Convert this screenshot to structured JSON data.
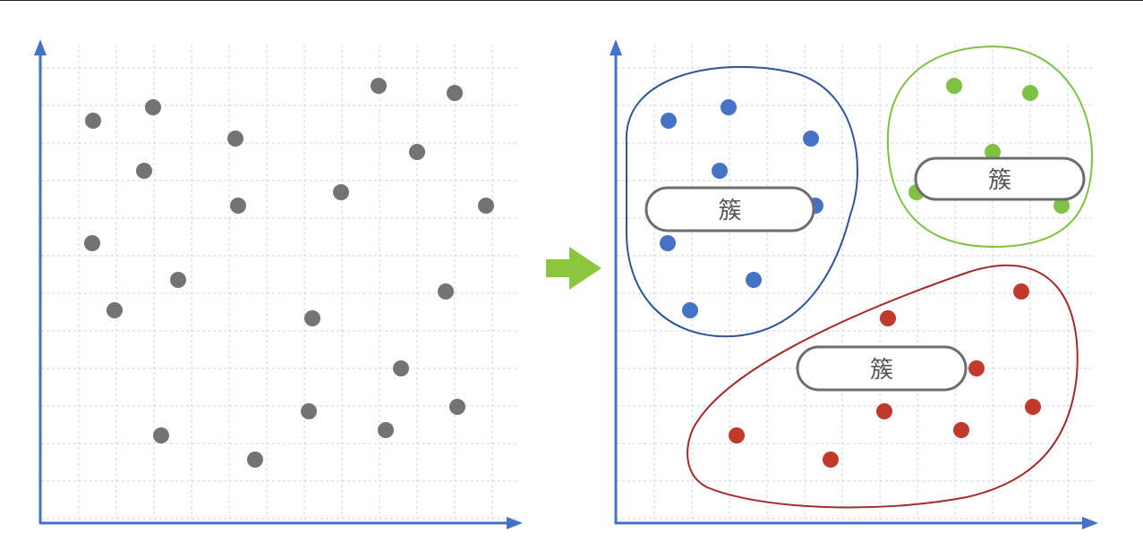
{
  "colors": {
    "grid": "#c9d3ec",
    "axis": "#4472c4",
    "unclustered_point": "#737373",
    "arrow": "#8cc63f",
    "label_border": "#6e6e6e",
    "label_text": "#555555"
  },
  "left_panel": {
    "points": [
      [
        104,
        135
      ],
      [
        171,
        120
      ],
      [
        263,
        155
      ],
      [
        423,
        96
      ],
      [
        508,
        104
      ],
      [
        161,
        191
      ],
      [
        466,
        170
      ],
      [
        381,
        215
      ],
      [
        266,
        230
      ],
      [
        543,
        230
      ],
      [
        103,
        272
      ],
      [
        199,
        313
      ],
      [
        498,
        326
      ],
      [
        128,
        347
      ],
      [
        349,
        356
      ],
      [
        448,
        412
      ],
      [
        345,
        460
      ],
      [
        511,
        455
      ],
      [
        180,
        487
      ],
      [
        431,
        481
      ],
      [
        285,
        514
      ]
    ]
  },
  "right_panel": {
    "clusters": [
      {
        "id": "blue",
        "color": "#4472c4",
        "label": "簇",
        "points": [
          [
            747,
            135
          ],
          [
            814,
            120
          ],
          [
            906,
            155
          ],
          [
            804,
            191
          ],
          [
            911,
            230
          ],
          [
            746,
            272
          ],
          [
            842,
            313
          ],
          [
            771,
            347
          ]
        ]
      },
      {
        "id": "green",
        "color": "#7dc242",
        "label": "簇",
        "points": [
          [
            1066,
            96
          ],
          [
            1151,
            104
          ],
          [
            1109,
            170
          ],
          [
            1024,
            215
          ],
          [
            1186,
            230
          ]
        ]
      },
      {
        "id": "red",
        "color": "#c0392b",
        "label": "簇",
        "points": [
          [
            1141,
            326
          ],
          [
            992,
            356
          ],
          [
            1091,
            412
          ],
          [
            988,
            460
          ],
          [
            1154,
            455
          ],
          [
            823,
            487
          ],
          [
            1074,
            481
          ],
          [
            928,
            514
          ]
        ]
      }
    ]
  }
}
